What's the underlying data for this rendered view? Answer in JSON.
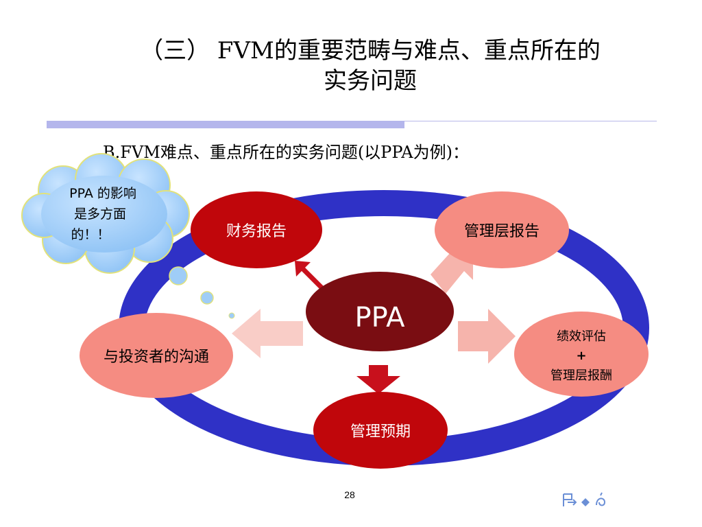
{
  "slide": {
    "title_line1": "（三） FVM的重要范畴与难点、重点所在的",
    "title_line2": "实务问题",
    "subtitle": "B.FVM难点、重点所在的实务问题(以PPA为例)：",
    "page_number": "28"
  },
  "callout": {
    "line1": "PPA 的影响",
    "line2": "是多方面",
    "line3": "的！！"
  },
  "center_node": {
    "label": "PPA"
  },
  "nodes": {
    "financial_report": "财务报告",
    "management_report": "管理层报告",
    "investor_communication": "与投资者的沟通",
    "performance_line1": "绩效评估",
    "performance_line2": "+",
    "performance_line3": "管理层报酬",
    "management_expectation": "管理预期"
  },
  "colors": {
    "ring": "#2f31c6",
    "dark_red": "#c0060b",
    "light_red": "#f58c82",
    "center": "#7a0d12",
    "callout": "#a6d2fa"
  }
}
